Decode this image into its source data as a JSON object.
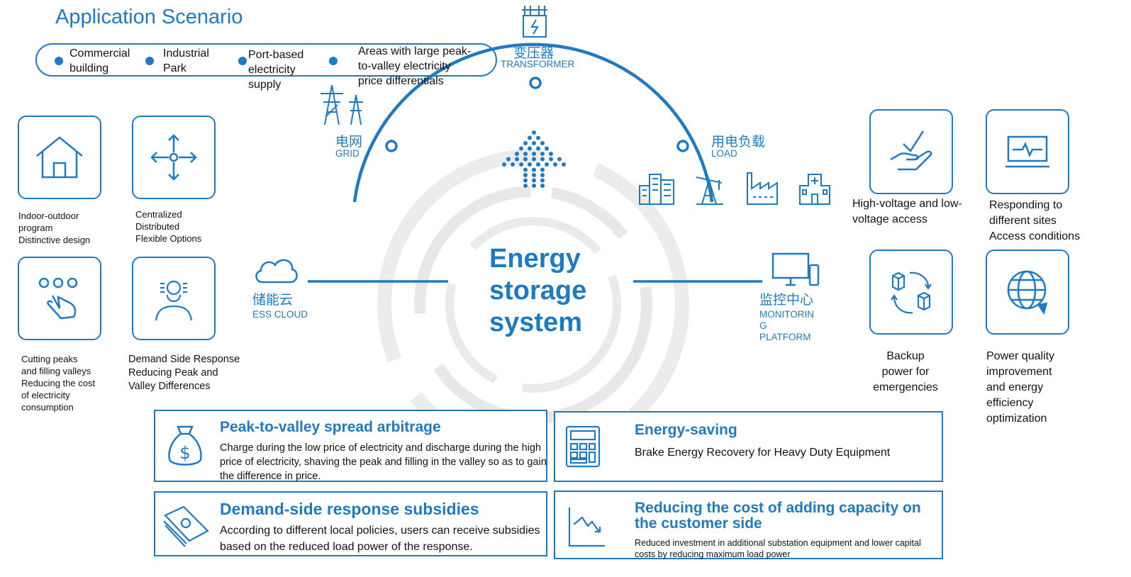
{
  "title": "Application Scenario",
  "scenarios": [
    "Commercial\nbuilding",
    "Industrial\nPark",
    "Port-based\nelectricity\nsupply",
    "Areas with large peak-\nto-valley electricity\nprice differentials"
  ],
  "left_features": [
    {
      "icon": "house-icon",
      "caption": "Indoor-outdoor\n      program\n      Distinctive design"
    },
    {
      "icon": "arrows-cross-icon",
      "caption": "Centralized\n      Distributed\n      Flexible Options"
    },
    {
      "icon": "touch-icon",
      "caption": "Cutting peaks\nand filling valleys\nReducing the cost\nof electricity\nconsumption"
    },
    {
      "icon": "person-signal-icon",
      "caption": "Demand Side Response\nReducing Peak and\nValley Differences"
    }
  ],
  "right_features": [
    {
      "icon": "hand-check-icon",
      "caption": "High-voltage and low-\n  voltage access"
    },
    {
      "icon": "monitor-wave-icon",
      "caption": "Responding to\n   different sites\n     Access conditions"
    },
    {
      "icon": "cycle-cubes-icon",
      "caption": "Backup\npower for\nemergencies"
    },
    {
      "icon": "globe-icon",
      "caption": "Power quality\n improvement\n and energy\n efficiency\n optimization"
    }
  ],
  "nodes": {
    "transformer": {
      "zh": "变压器",
      "en": "TRANSFORMER"
    },
    "grid": {
      "zh": "电网",
      "en": "GRID"
    },
    "load": {
      "zh": "用电负载",
      "en": "LOAD"
    },
    "cloud": {
      "zh": "储能云",
      "en": "ESS CLOUD"
    },
    "monitoring": {
      "zh": "监控中心",
      "en": "MONITORIN\nG\nPLATFORM"
    }
  },
  "center": "Energy\nstorage\nsystem",
  "cards": [
    {
      "icon": "money-bag-icon",
      "title": "Peak-to-valley spread arbitrage",
      "body": "Charge during the low price of electricity and discharge during the high price of electricity, shaving the peak and filling in the valley so as to gain the difference in price."
    },
    {
      "icon": "calculator-icon",
      "title": "Energy-saving",
      "body": "Brake Energy Recovery for Heavy Duty Equipment"
    },
    {
      "icon": "banknotes-icon",
      "title": "Demand-side response subsidies",
      "body": "According to different local policies, users can receive subsidies based on the reduced load power of the response."
    },
    {
      "icon": "trend-down-icon",
      "title": "Reducing the cost of adding capacity on the customer side",
      "body": "Reduced investment in additional substation equipment and lower capital costs by reducing maximum load power"
    }
  ],
  "colors": {
    "accent": "#1f7bc1",
    "ring": "#e6e6e6"
  }
}
